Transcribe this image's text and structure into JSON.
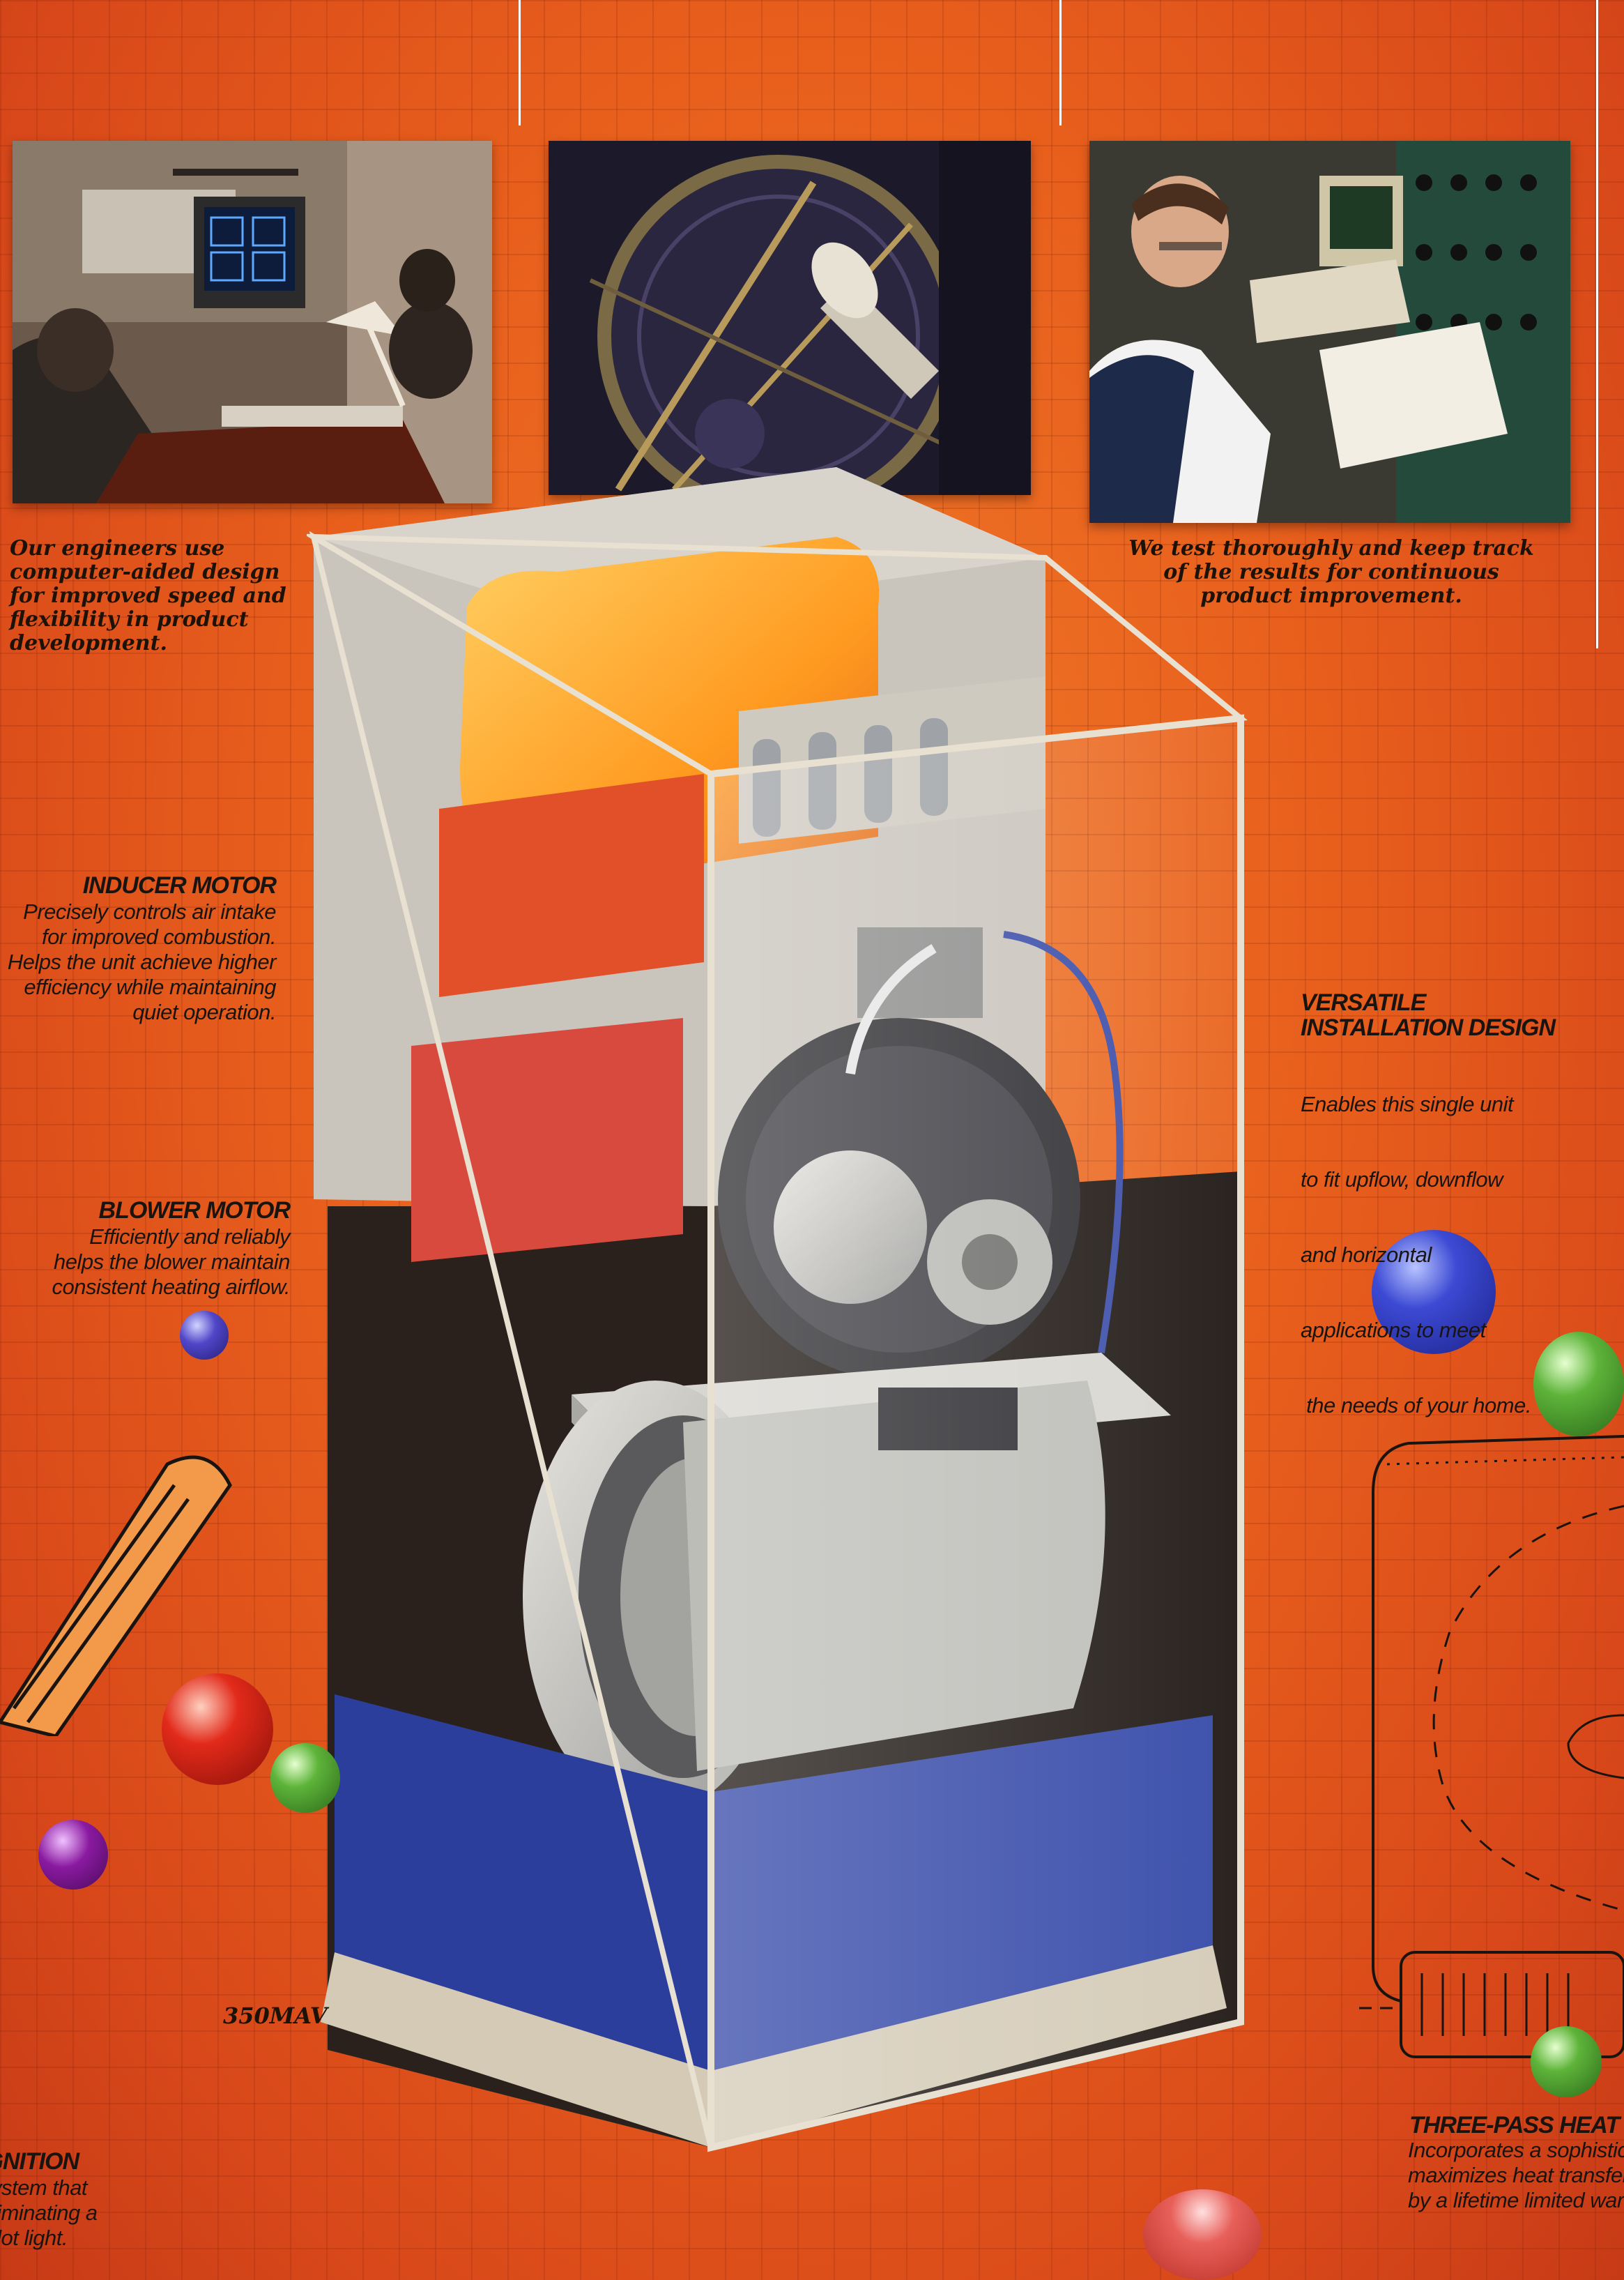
{
  "captions": {
    "engineers": [
      "Our engineers use",
      "computer-aided design",
      "for improved speed and",
      "flexibility in product",
      "development."
    ],
    "testing": [
      "We test thoroughly and keep track",
      "of the results for continuous",
      "product improvement."
    ]
  },
  "features": {
    "inducer_motor": {
      "title": "INDUCER MOTOR",
      "lines": [
        "Precisely controls air intake",
        "for improved combustion.",
        "Helps the unit achieve higher",
        "efficiency while maintaining",
        "quiet operation."
      ]
    },
    "blower_motor": {
      "title": "BLOWER MOTOR",
      "lines": [
        "Efficiently and reliably",
        "helps the blower maintain",
        "consistent heating airflow."
      ]
    },
    "versatile": {
      "title_lines": [
        "VERSATILE",
        "INSTALLATION DESIGN"
      ],
      "lines": [
        "Enables this single unit",
        "to fit upflow, downflow",
        "and horizontal",
        "applications to meet",
        " the needs of your home."
      ]
    },
    "ignition": {
      "title": "IGNITION",
      "lines": [
        "system that",
        "eliminating a",
        "pilot light."
      ]
    },
    "three_pass": {
      "title": "THREE-PASS HEAT EXCHANGER",
      "lines": [
        "Incorporates a sophisticated design that",
        "maximizes heat transfer and is backed",
        "by a lifetime limited warranty."
      ]
    }
  },
  "model_label": "350MAV",
  "colors": {
    "background": "#e8621e",
    "accent_white": "#ffffff",
    "text": "#1a1410"
  }
}
